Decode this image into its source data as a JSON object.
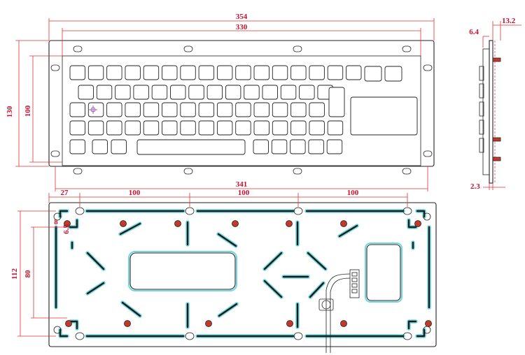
{
  "dimensions": {
    "overall_width": "354",
    "keyfield_width": "330",
    "front_height": "130",
    "inner_height": "100",
    "hole_spacing": "341",
    "side_thickness_top": "6.4",
    "side_total_depth": "13.2",
    "side_plate_thickness": "2.3",
    "rear_edge_offset": "27",
    "rear_spacing_1": "100",
    "rear_spacing_2": "100",
    "rear_spacing_3": "100",
    "rear_height": "112",
    "rear_inner_height": "80",
    "rear_small_1": "8",
    "rear_small_2": "6.5"
  },
  "colors": {
    "dimension": "#c8102e",
    "outline": "#222222",
    "rib_glow": "#6fd8dc",
    "boss": "#c0392b",
    "cursor_mark": "#9b59b6"
  },
  "icons": {
    "cursor_mark": "crosshair-icon"
  }
}
